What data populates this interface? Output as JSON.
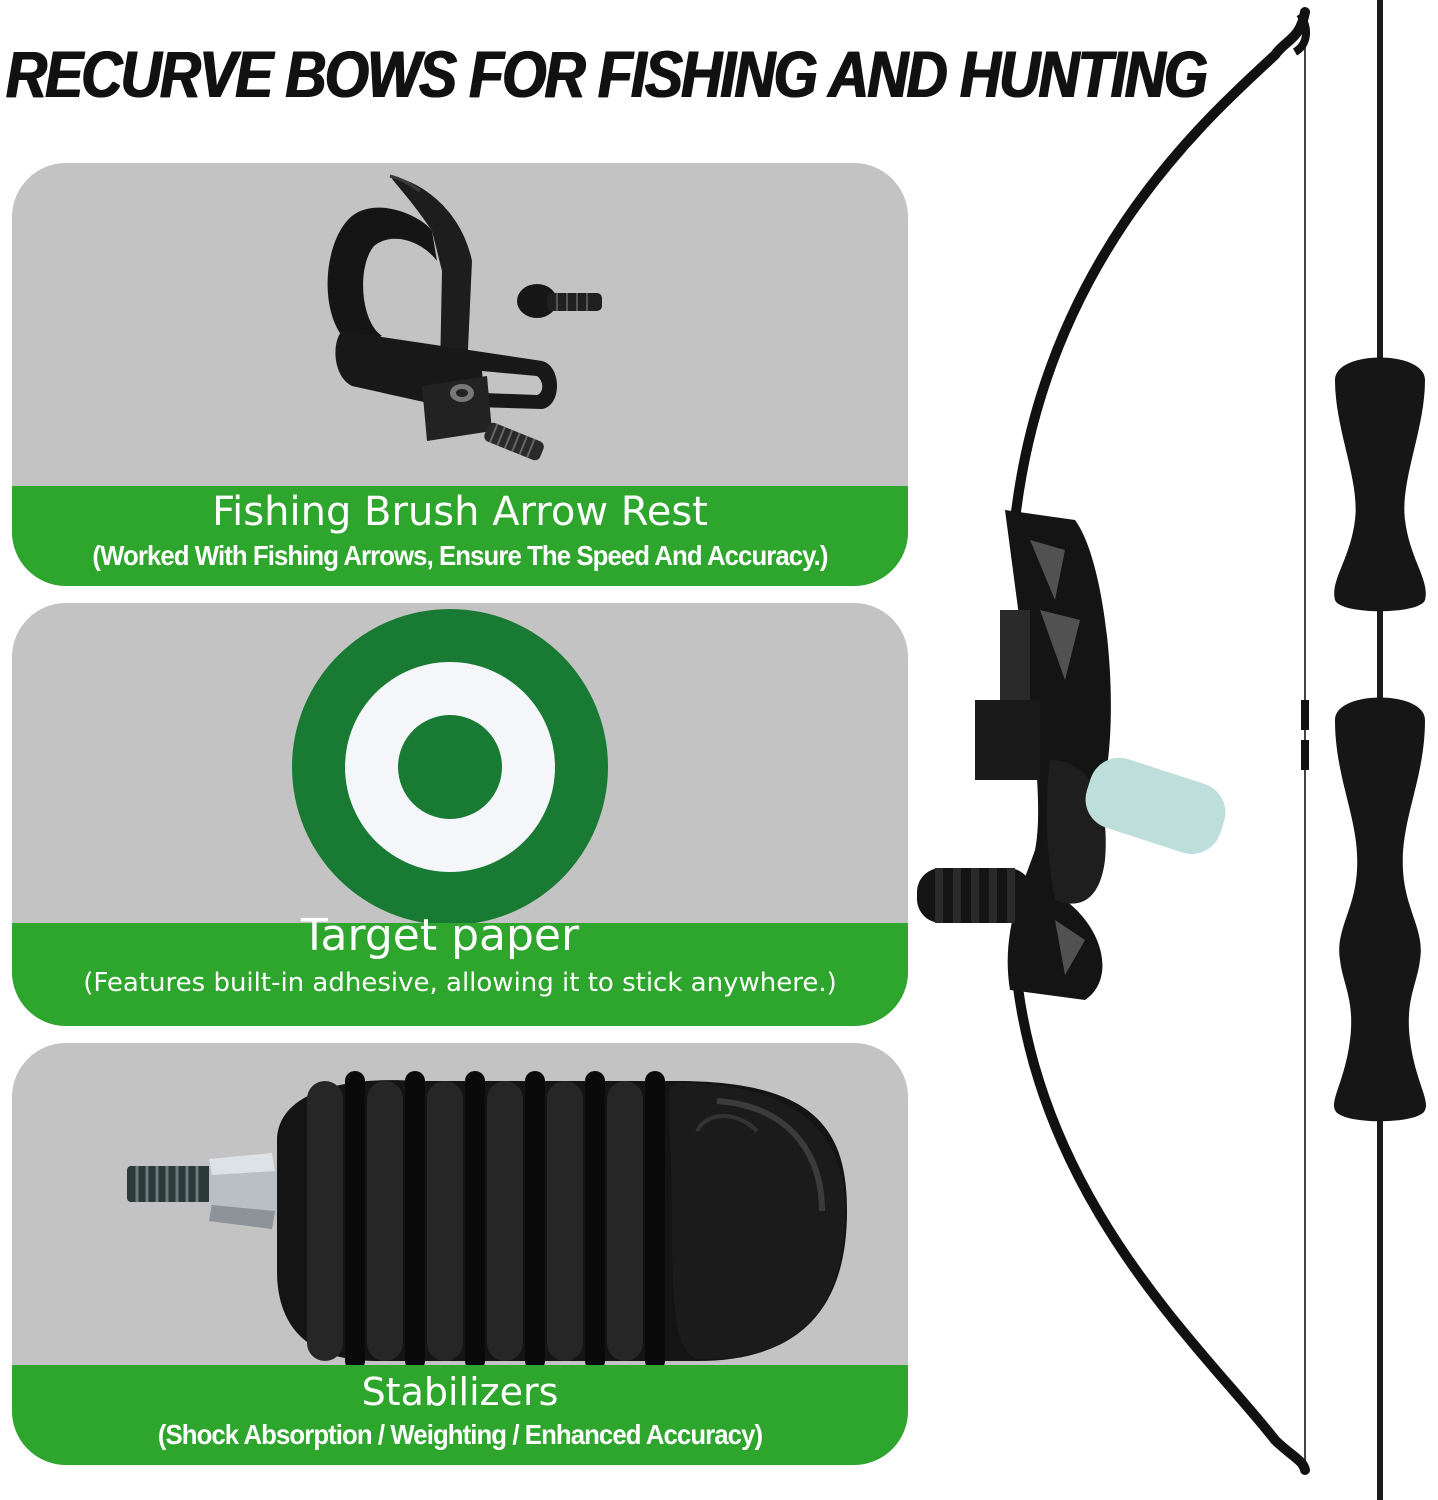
{
  "headline": "RECURVE BOWS FOR FISHING AND HUNTING",
  "features": [
    {
      "title": "Fishing Brush Arrow Rest",
      "subtitle": "(Worked With Fishing Arrows, Ensure The Speed And Accuracy.)",
      "icon": "arrow-rest-icon"
    },
    {
      "title": "Target paper",
      "subtitle": "(Features built-in adhesive, allowing it to stick anywhere.)",
      "icon": "target-icon"
    },
    {
      "title": "Stabilizers",
      "subtitle": "(Shock Absorption / Weighting / Enhanced Accuracy)",
      "icon": "stabilizer-icon"
    }
  ],
  "colors": {
    "band_green": "#2ea52c",
    "card_gray": "#c4c3c3",
    "target_green": "#187a33",
    "target_white": "#f4f6f9"
  }
}
